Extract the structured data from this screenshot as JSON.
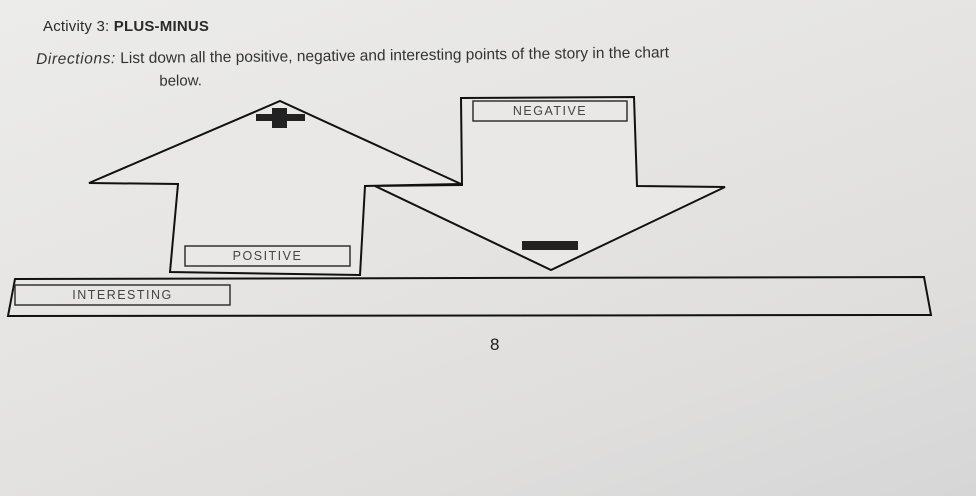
{
  "header": {
    "activity_prefix": "Activity 3: ",
    "activity_title": "PLUS-MINUS"
  },
  "directions": {
    "label": "Directions:",
    "text_line1": "List down all the positive, negative and interesting points of the story in the chart",
    "text_line2": "below."
  },
  "diagram": {
    "up_arrow": {
      "label": "POSITIVE",
      "symbol": "plus-icon"
    },
    "down_arrow": {
      "label": "NEGATIVE",
      "symbol": "minus-icon"
    },
    "bottom_bar": {
      "label": "INTERESTING"
    },
    "colors": {
      "line": "#111111",
      "paper": "#e8e7e5"
    }
  },
  "footer": {
    "page_number": "8"
  }
}
